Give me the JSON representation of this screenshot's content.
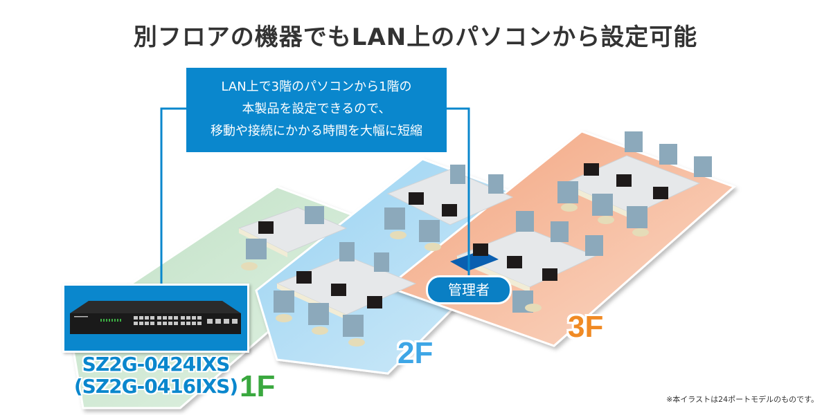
{
  "title": "別フロアの機器でもLAN上のパソコンから設定可能",
  "callout": {
    "lines": [
      "LAN上で3階のパソコンから1階の",
      "本製品を設定できるので、",
      "移動や接続にかかる時間を大幅に短縮"
    ]
  },
  "product": {
    "model_primary": "SZ2G-0424IXS",
    "model_secondary": "(SZ2G-0416IXS)",
    "image_icon": "network-switch-icon"
  },
  "floors": [
    {
      "label": "1F",
      "color": "#3aa83f",
      "floor_color": "#c9e6cc"
    },
    {
      "label": "2F",
      "color": "#3ea6e6",
      "floor_color": "#a6d8f3"
    },
    {
      "label": "3F",
      "color": "#f08a24",
      "floor_color": "#f4b89a"
    }
  ],
  "admin_label": "管理者",
  "note": "※本イラストは24ポートモデルのものです。",
  "colors": {
    "accent_blue": "#0a87cd",
    "title_text": "#333333"
  }
}
